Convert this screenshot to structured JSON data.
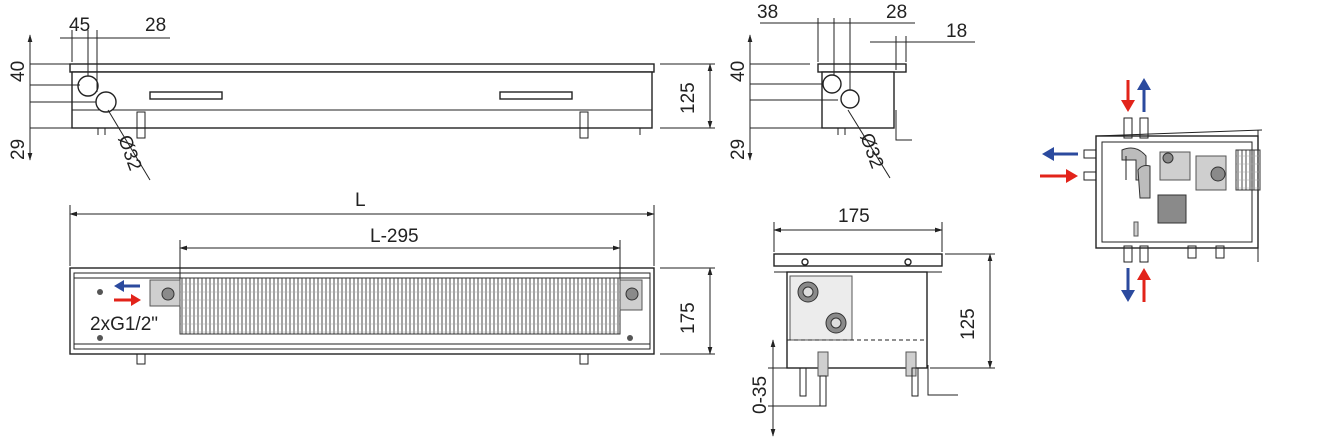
{
  "colors": {
    "line": "#222222",
    "arrow_red": "#e2231a",
    "arrow_blue": "#2b4a9e",
    "background": "#ffffff"
  },
  "icons": [
    "arrow-red-right-icon",
    "arrow-blue-left-icon",
    "arrow-red-down-icon",
    "arrow-blue-up-icon"
  ],
  "top_view": {
    "dim_45": "45",
    "dim_28": "28",
    "dim_40": "40",
    "dim_29": "29",
    "dim_125": "125",
    "dim_d32": "Ø32"
  },
  "side_small": {
    "dim_38": "38",
    "dim_28": "28",
    "dim_18": "18",
    "dim_40": "40",
    "dim_29": "29",
    "dim_d32": "Ø32"
  },
  "plan_view": {
    "dim_L": "L",
    "dim_L295": "L-295",
    "dim_175": "175",
    "connection": "2xG1/2\""
  },
  "cross_section": {
    "dim_175": "175",
    "dim_125": "125",
    "dim_0_35": "0-35"
  }
}
